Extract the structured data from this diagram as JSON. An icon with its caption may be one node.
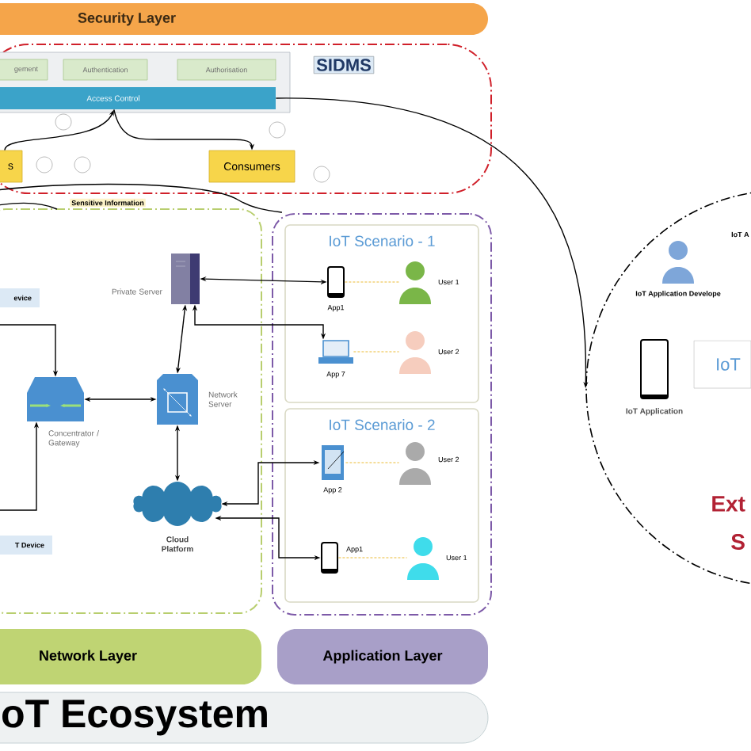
{
  "diagram": {
    "nodes": [
      {
        "text": [
          "Security Layer"
        ]
      },
      {
        "text": [
          "SIDMS"
        ]
      },
      {
        "text": [],
        "shape": "box",
        "in": 1
      },
      {
        "text": [
          "gement"
        ],
        "in": 2
      },
      {
        "text": [
          "Authentication"
        ],
        "in": 2
      },
      {
        "text": [
          "Authorisation"
        ],
        "in": 2
      },
      {
        "text": [
          "Access Control"
        ],
        "in": 2
      },
      {
        "text": [
          "s"
        ],
        "in": 1
      },
      {
        "text": [
          "Consumers"
        ],
        "in": 1
      },
      {
        "text": [],
        "shape": "box"
      },
      {
        "text": [
          "evice"
        ],
        "in": 9
      },
      {
        "text": [
          "Private Server"
        ],
        "in": 9
      },
      {
        "text": [
          "Concentrator / Gateway"
        ],
        "in": 9
      },
      {
        "text": [
          "Network Server"
        ],
        "in": 9
      },
      {
        "text": [
          "Cloud Platform"
        ],
        "in": 9
      },
      {
        "text": [
          "T Device"
        ],
        "in": 9
      },
      {
        "text": [],
        "shape": "box"
      },
      {
        "text": [
          "IoT Scenario - 1"
        ],
        "in": 16
      },
      {
        "text": [
          "App1"
        ],
        "in": 17
      },
      {
        "text": [
          "User 1"
        ],
        "in": 17
      },
      {
        "text": [
          "App 7"
        ],
        "in": 17
      },
      {
        "text": [
          "User 2"
        ],
        "in": 17
      },
      {
        "text": [
          "IoT Scenario - 2"
        ],
        "in": 16
      },
      {
        "text": [
          "App 2"
        ],
        "in": 22
      },
      {
        "text": [
          "User 2"
        ],
        "in": 22
      },
      {
        "text": [
          "App1"
        ],
        "in": 22
      },
      {
        "text": [
          "User 1"
        ],
        "in": 22
      },
      {
        "text": [
          "Network Layer"
        ]
      },
      {
        "text": [
          "Application Layer"
        ]
      },
      {
        "text": [
          "oT Ecosystem"
        ]
      },
      {
        "text": [
          "Ext",
          "S"
        ]
      },
      {
        "text": [
          "IoT Application Develope"
        ],
        "in": 30
      },
      {
        "text": [
          "IoT Application"
        ],
        "in": 30
      },
      {
        "text": [
          "IoT"
        ],
        "in": 30
      }
    ],
    "edges": [
      {
        "from": 7,
        "to": 6,
        "arrow": "to"
      },
      {
        "from": 6,
        "to": 8,
        "arrow": "to"
      },
      {
        "from": 6,
        "to": 30,
        "arrow": "to"
      },
      {
        "from": null,
        "to": 12,
        "arrow": "to"
      },
      {
        "from": null,
        "to": 12,
        "arrow": "to"
      },
      {
        "from": 12,
        "to": 13,
        "arrow": "both"
      },
      {
        "from": 13,
        "to": 11,
        "arrow": "both"
      },
      {
        "from": 13,
        "to": 14,
        "arrow": "both"
      },
      {
        "from": 11,
        "to": 18,
        "arrow": "both"
      },
      {
        "from": 11,
        "to": 20,
        "arrow": "both"
      },
      {
        "from": 14,
        "to": 23,
        "arrow": "both"
      },
      {
        "from": 14,
        "to": 25,
        "arrow": "both"
      },
      {
        "from": 18,
        "to": 19,
        "arrow": "none",
        "style": "dashed",
        "color": "#f2d27a"
      },
      {
        "from": 20,
        "to": 21,
        "arrow": "none",
        "style": "dashed",
        "color": "#f2d27a"
      },
      {
        "from": 23,
        "to": 24,
        "arrow": "none",
        "style": "dashed",
        "color": "#f2d27a"
      },
      {
        "from": 25,
        "to": 26,
        "arrow": "none",
        "style": "dashed",
        "color": "#f2d27a"
      }
    ],
    "labels": [
      "Sensitive Information",
      "IoT A"
    ]
  }
}
